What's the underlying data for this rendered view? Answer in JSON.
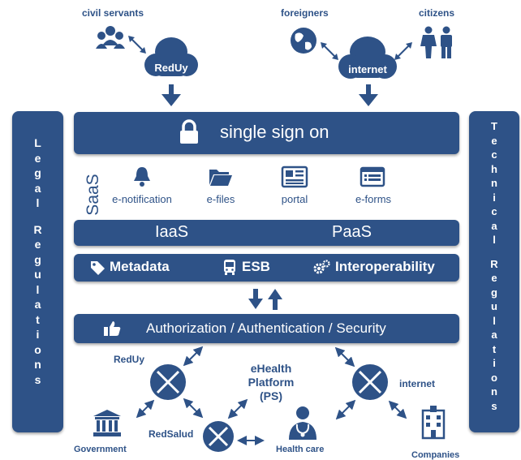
{
  "top": {
    "civil_servants": "civil servants",
    "foreigners": "foreigners",
    "citizens": "citizens",
    "cloud_left": "RedUy",
    "cloud_right": "internet"
  },
  "sso": {
    "label": "single sign on"
  },
  "saas": {
    "label": "SaaS",
    "services": [
      "e-notification",
      "e-files",
      "portal",
      "e-forms"
    ]
  },
  "iaas_paas": {
    "iaas": "IaaS",
    "paas": "PaaS"
  },
  "middleware": {
    "metadata": "Metadata",
    "esb": "ESB",
    "interoperability": "Interoperability"
  },
  "auth": {
    "label": "Authorization / Authentication / Security"
  },
  "bottom": {
    "reduy": "RedUy",
    "ehealth_line1": "eHealth",
    "ehealth_line2": "Platform",
    "ehealth_line3": "(PS)",
    "internet": "internet",
    "redsalud": "RedSalud",
    "government": "Government",
    "health_care": "Health care",
    "companies": "Companies"
  },
  "left_panel": {
    "word1": "Legal",
    "word2": "Regulations"
  },
  "right_panel": {
    "word1": "Technical",
    "word2": "Regulations"
  },
  "colors": {
    "primary": "#2e5287",
    "text_on_primary": "#ffffff"
  }
}
